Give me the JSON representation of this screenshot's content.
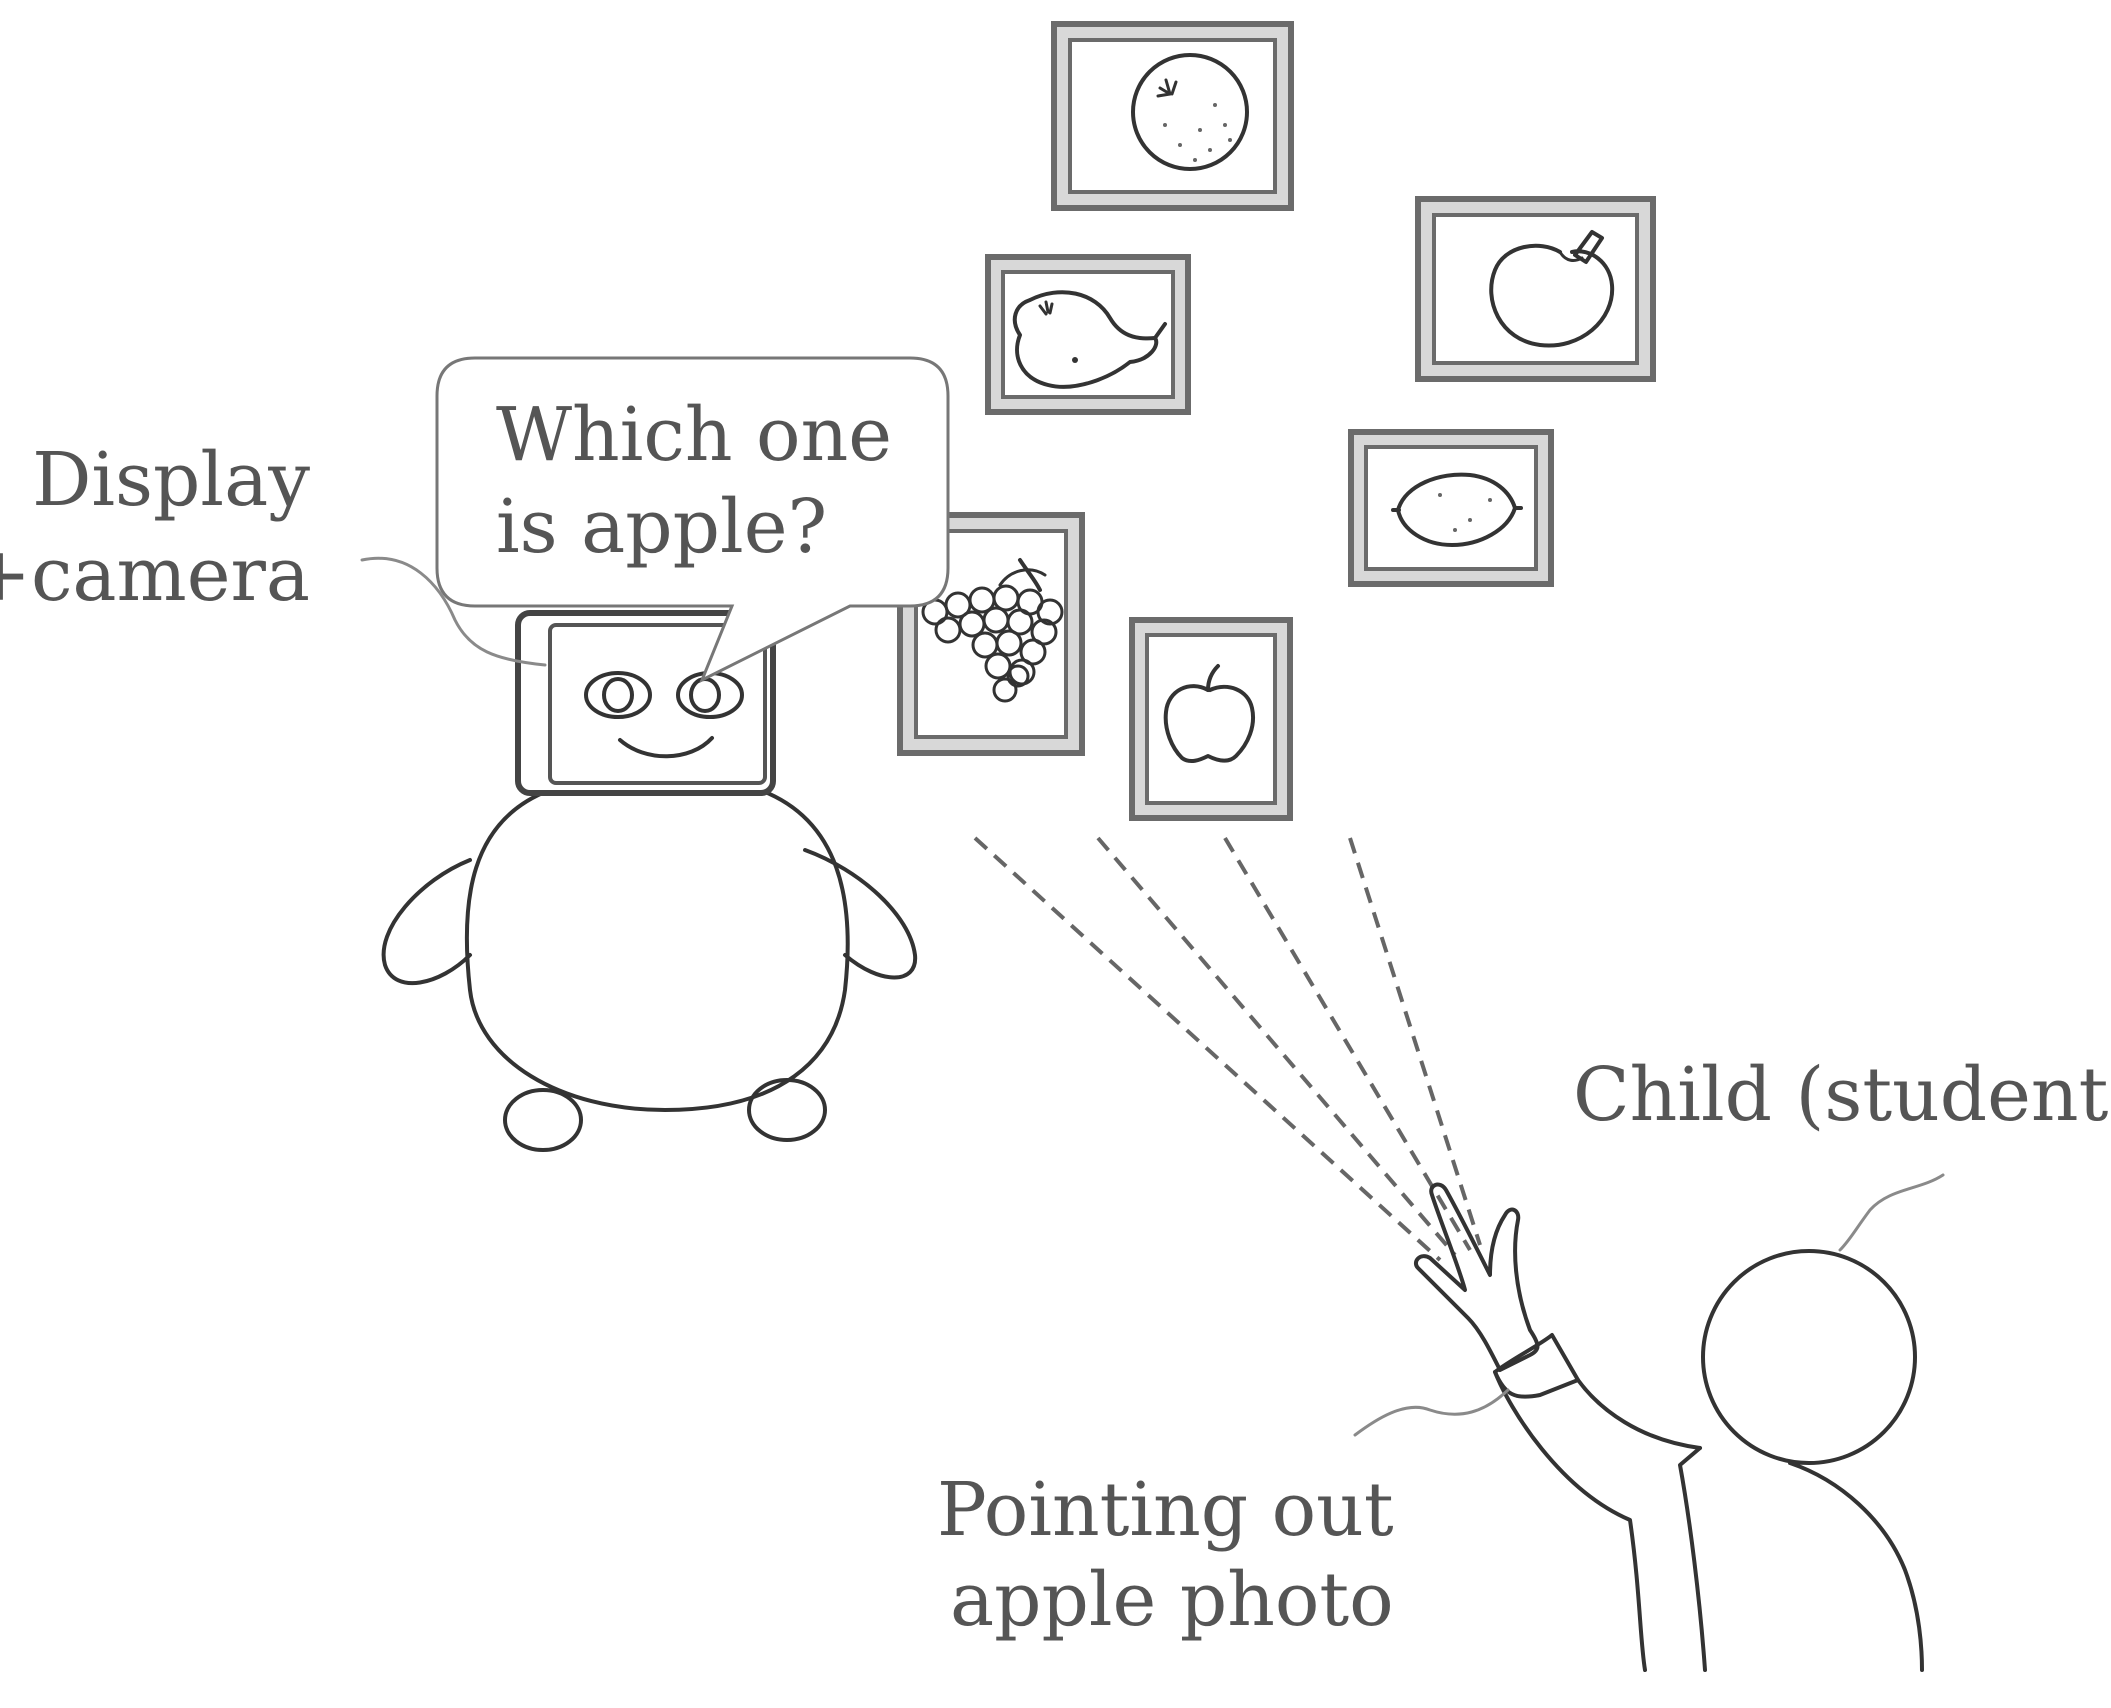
{
  "labels": {
    "display_camera_line1": "Display",
    "display_camera_line2": "+camera",
    "child": "Child (student)",
    "pointing_line1": "Pointing out",
    "pointing_line2": "apple photo"
  },
  "speech_bubble": {
    "line1": "Which one",
    "line2": "is apple?"
  },
  "picture_cards": [
    {
      "fruit": "orange",
      "icon": "orange-icon"
    },
    {
      "fruit": "pear",
      "icon": "pear-icon"
    },
    {
      "fruit": "apple",
      "icon": "apple-icon"
    },
    {
      "fruit": "lemon",
      "icon": "lemon-icon"
    },
    {
      "fruit": "grapes",
      "icon": "grapes-icon"
    },
    {
      "fruit": "apple",
      "icon": "apple-small-icon"
    }
  ],
  "colors": {
    "ink": "#333333",
    "label_text": "#555555",
    "frame_outer": "#6b6b6b",
    "frame_inner": "#e6e6e6"
  }
}
